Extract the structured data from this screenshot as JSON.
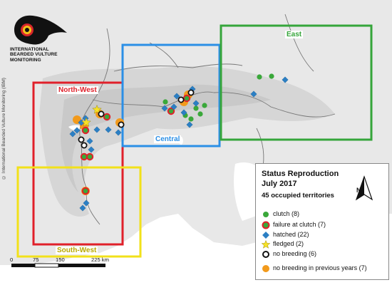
{
  "logo": {
    "text_line1": "INTERNATIONAL",
    "text_line2": "BEARDED VULTURE",
    "text_line3": "MONITORING"
  },
  "copyright": "© International Bearded Vulture Monitoring (IBM)",
  "regions": [
    {
      "name": "North-West",
      "color": "#e0202a"
    },
    {
      "name": "Central",
      "color": "#2b8fe6"
    },
    {
      "name": "East",
      "color": "#35a53a"
    },
    {
      "name": "South-West",
      "color": "#f2e11a"
    }
  ],
  "legend": {
    "title_line1": "Status Reproduction",
    "title_line2": "July 2017",
    "subtitle": "45 occupied territories",
    "items": [
      {
        "label": "clutch (8)",
        "symbol": "green-circle"
      },
      {
        "label": "failure at clutch (7)",
        "symbol": "red-ring-green-circle"
      },
      {
        "label": "hatched (22)",
        "symbol": "blue-diamond"
      },
      {
        "label": "fledged (2)",
        "symbol": "yellow-star"
      },
      {
        "label": "no breeding (6)",
        "symbol": "black-ring"
      },
      {
        "label": "no breeding in previous years (7)",
        "symbol": "orange-circle"
      }
    ]
  },
  "north_arrow": {
    "letter": "N"
  },
  "scale_bar": {
    "ticks": [
      "0",
      "75",
      "150",
      "225 km"
    ]
  },
  "colors": {
    "clutch": "#3aa83a",
    "failure_ring": "#e0202a",
    "hatched": "#2b7fc4",
    "fledged": "#f7e226",
    "no_breeding": "#111111",
    "previous_years": "#f29a1c",
    "sea": "#ffffff",
    "land": "#e6e6e6"
  }
}
